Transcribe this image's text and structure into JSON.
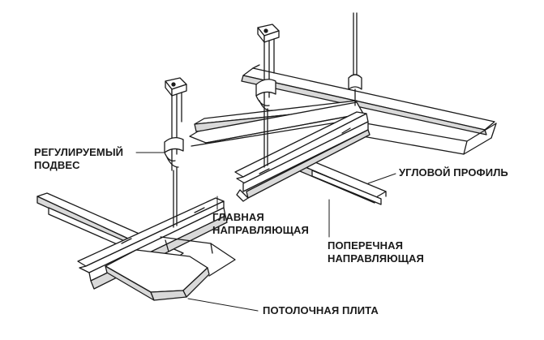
{
  "labels": {
    "hanger_line1": "РЕГУЛИРУЕМЫЙ",
    "hanger_line2": "ПОДВЕС",
    "main_line1": "ГЛАВНАЯ",
    "main_line2": "НАПРАВЛЯЮЩАЯ",
    "cross_line1": "ПОПЕРЕЧНАЯ",
    "cross_line2": "НАПРАВЛЯЮЩАЯ",
    "corner": "УГЛОВОЙ ПРОФИЛЬ",
    "tile": "ПОТОЛОЧНАЯ ПЛИТА"
  },
  "colors": {
    "line": "#1a1a1a",
    "fill": "#ffffff",
    "shade": "#d9d9d9",
    "text": "#1a1a1a"
  }
}
